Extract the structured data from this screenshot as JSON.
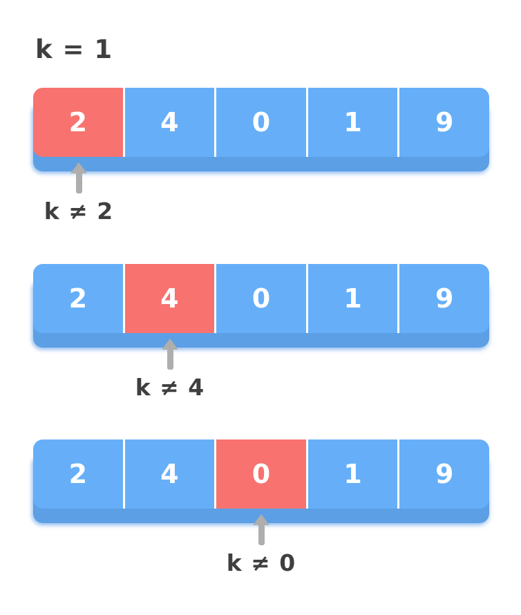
{
  "header": {
    "text": "k = 1"
  },
  "colors": {
    "blue": "#66AFF8",
    "red": "#F8726F",
    "band": "#5C9FE4",
    "arrow": "#AFAEAC",
    "text_dark": "#3F3F3F",
    "divider": "#FFFFFF",
    "cell_text": "#FFFFFF",
    "background": "#FFFFFF"
  },
  "rows": [
    {
      "cells": [
        "2",
        "4",
        "0",
        "1",
        "9"
      ],
      "highlight_index": 0,
      "annotation": "k ≠ 2"
    },
    {
      "cells": [
        "2",
        "4",
        "0",
        "1",
        "9"
      ],
      "highlight_index": 1,
      "annotation": "k ≠ 4"
    },
    {
      "cells": [
        "2",
        "4",
        "0",
        "1",
        "9"
      ],
      "highlight_index": 2,
      "annotation": "k ≠ 0"
    }
  ]
}
